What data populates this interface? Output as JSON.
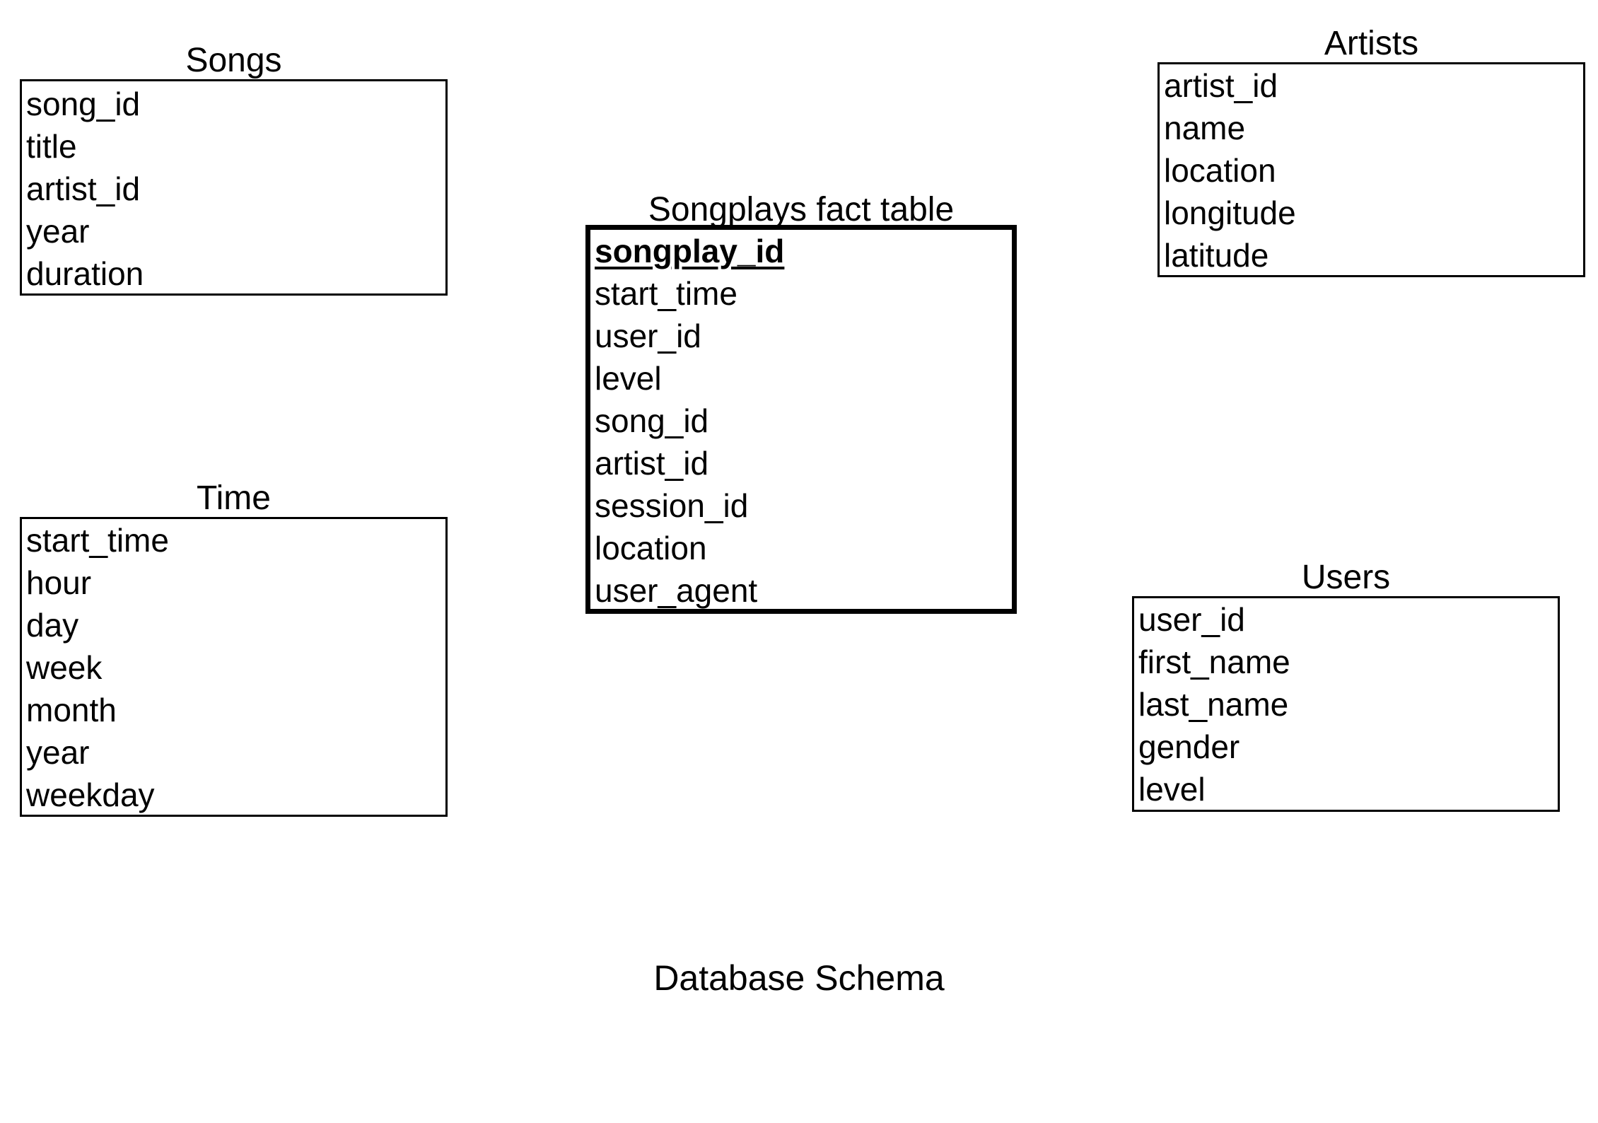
{
  "caption": "Database Schema",
  "tables": {
    "songs": {
      "title": "Songs",
      "fields": [
        "song_id",
        "title",
        "artist_id",
        "year",
        "duration"
      ]
    },
    "artists": {
      "title": "Artists",
      "fields": [
        "artist_id",
        "name",
        "location",
        "longitude",
        "latitude"
      ]
    },
    "songplays": {
      "title": "Songplays fact table",
      "primary_key": "songplay_id",
      "fields": [
        "songplay_id",
        "start_time",
        "user_id",
        "level",
        "song_id",
        "artist_id",
        "session_id",
        "location",
        "user_agent"
      ]
    },
    "time": {
      "title": "Time",
      "fields": [
        "start_time",
        "hour",
        "day",
        "week",
        "month",
        "year",
        "weekday"
      ]
    },
    "users": {
      "title": "Users",
      "fields": [
        "user_id",
        "first_name",
        "last_name",
        "gender",
        "level"
      ]
    }
  }
}
